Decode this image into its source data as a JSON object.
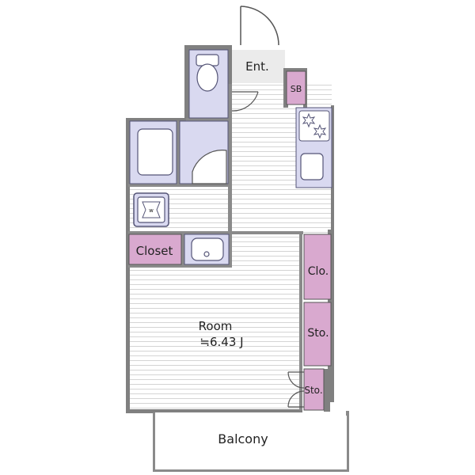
{
  "labels": {
    "entrance": "Ent.",
    "shoe_box": "SB",
    "closet": "Closet",
    "closet_right": "Clo.",
    "storage_1": "Sto.",
    "storage_2": "Sto.",
    "room": "Room",
    "room_area": "≒6.43 J",
    "balcony": "Balcony",
    "washer_mark": "w"
  },
  "colors": {
    "wall": "#808080",
    "fixture_fill": "#d9d9f0",
    "fixture_stroke": "#555577",
    "storage_fill": "#d9a9cf",
    "storage_stroke": "#555555",
    "floor_line": "#cccccc",
    "entrance_fill": "#ebebeb"
  }
}
